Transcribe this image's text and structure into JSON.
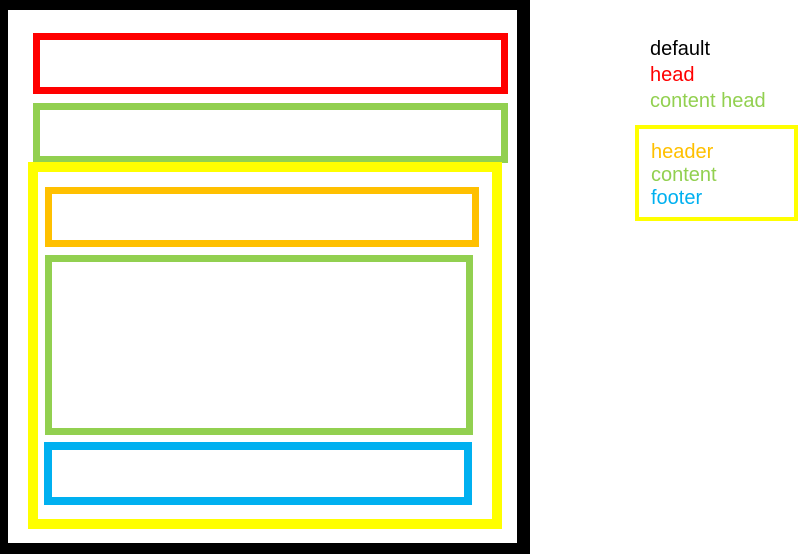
{
  "colors": {
    "black": "#000000",
    "red": "#ff0000",
    "green": "#92d050",
    "yellow": "#ffff00",
    "orange": "#ffc000",
    "blue": "#00b0f0"
  },
  "diagram": {
    "regions": [
      {
        "id": "default",
        "color_key": "black"
      },
      {
        "id": "head",
        "color_key": "red"
      },
      {
        "id": "content-head",
        "color_key": "green"
      },
      {
        "id": "page-group",
        "color_key": "yellow"
      },
      {
        "id": "header",
        "color_key": "orange"
      },
      {
        "id": "content",
        "color_key": "green"
      },
      {
        "id": "footer",
        "color_key": "blue"
      }
    ]
  },
  "legend": {
    "unboxed": [
      {
        "label": "default",
        "color_key": "black"
      },
      {
        "label": "head",
        "color_key": "red"
      },
      {
        "label": "content head",
        "color_key": "green"
      }
    ],
    "boxed": [
      {
        "label": "header",
        "color_key": "orange"
      },
      {
        "label": "content",
        "color_key": "green"
      },
      {
        "label": "footer",
        "color_key": "blue"
      }
    ]
  }
}
